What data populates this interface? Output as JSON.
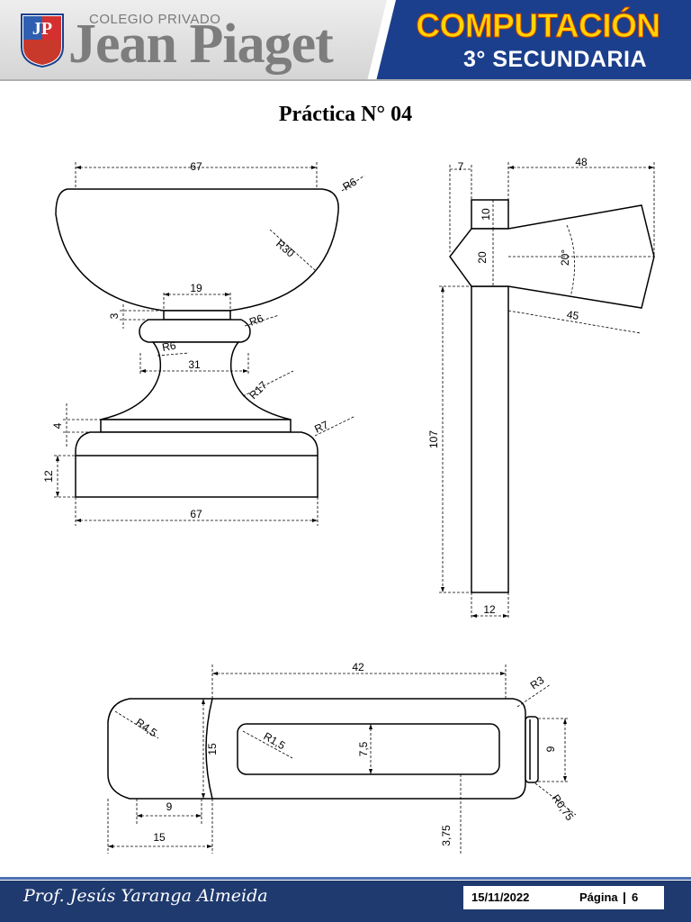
{
  "header": {
    "logo_text": "JP",
    "school_prefix": "COLEGIO PRIVADO",
    "school_name": "Jean Piaget",
    "subject": "COMPUTACIÓN",
    "grade": "3° SECUNDARIA",
    "colors": {
      "subject_fill": "#ffd400",
      "banner_blue": "#1b3f8c",
      "school_grey": "#7d7d7d"
    }
  },
  "title": "Práctica N° 04",
  "drawing": {
    "cup_dims": {
      "top_width": "67",
      "top_radius": "R6",
      "bowl_radius": "R30",
      "neck_width": "19",
      "neck_gap": "3",
      "collar_radius": "R6",
      "stem_radius_top": "R6",
      "stem_width": "31",
      "stem_radius_low": "R17",
      "step_height": "4",
      "base_radius": "R7",
      "base_height": "12",
      "base_width": "67"
    },
    "axe_dims": {
      "handle_offset": "7",
      "head_length": "48",
      "head_block": "10",
      "head_height": "20",
      "head_angle": "20°",
      "blade_length": "45",
      "handle_length": "107",
      "handle_width": "12"
    },
    "bar_dims": {
      "length": "42",
      "end_radius": "R3",
      "left_radius": "R4,5",
      "slot_radius": "R1,5",
      "height": "15",
      "slot_height": "7,5",
      "tab_height": "9",
      "tab_radius": "R0,75",
      "left_inner": "9",
      "left_outer": "15",
      "slot_offset": "3,75"
    }
  },
  "footer": {
    "author": "Prof. Jesús Yaranga Almeida",
    "date": "15/11/2022",
    "page_label": "Página",
    "page_sep": "|",
    "page_number": "6"
  }
}
